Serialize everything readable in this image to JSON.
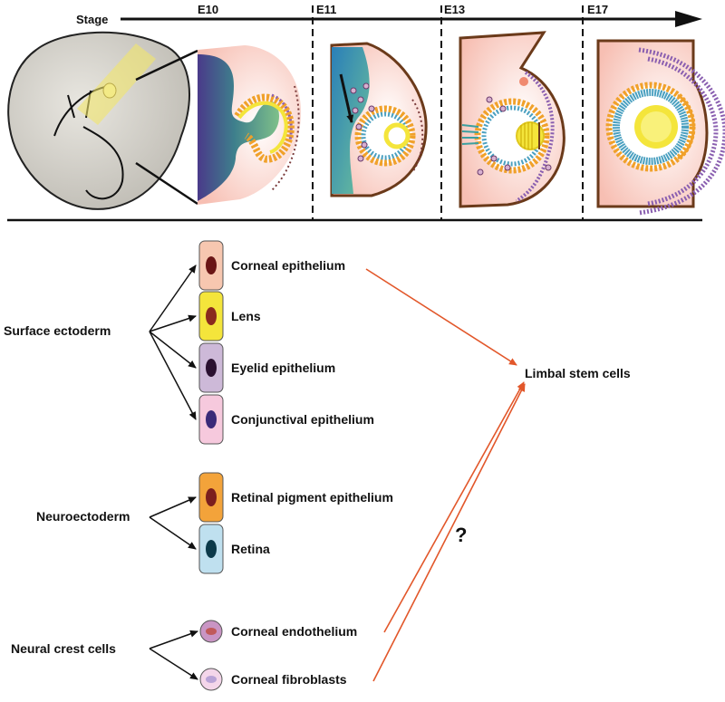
{
  "stage_axis": {
    "label": "Stage",
    "stages": [
      "E10",
      "E11",
      "E13",
      "E17"
    ]
  },
  "origins": [
    {
      "label": "Surface ectoderm",
      "cells": [
        {
          "label": "Corneal epithelium",
          "fill": "#f7c7b0",
          "nucleus": "#6a1515"
        },
        {
          "label": "Lens",
          "fill": "#f4e53b",
          "nucleus": "#8a2a1e"
        },
        {
          "label": "Eyelid epithelium",
          "fill": "#cdb9d8",
          "nucleus": "#2a1030"
        },
        {
          "label": "Conjunctival epithelium",
          "fill": "#f6c9dd",
          "nucleus": "#3a2a78"
        }
      ]
    },
    {
      "label": "Neuroectoderm",
      "cells": [
        {
          "label": "Retinal pigment epithelium",
          "fill": "#f3a33a",
          "nucleus": "#7a1e1e"
        },
        {
          "label": "Retina",
          "fill": "#bfe0ef",
          "nucleus": "#0c3a4a"
        }
      ]
    },
    {
      "label": "Neural crest cells",
      "cells": [
        {
          "label": "Corneal endothelium",
          "fill": "#c995c4",
          "nucleus": "#c05a5a"
        },
        {
          "label": "Corneal fibroblasts",
          "fill": "#f4d6ea",
          "nucleus": "#b9a3d6"
        }
      ]
    }
  ],
  "target": "Limbal stem cells",
  "uncertain_mark": "?",
  "colors": {
    "arrow_red": "#e2572a",
    "skin": "#f9c8bc",
    "outline": "#6b3a1a"
  }
}
